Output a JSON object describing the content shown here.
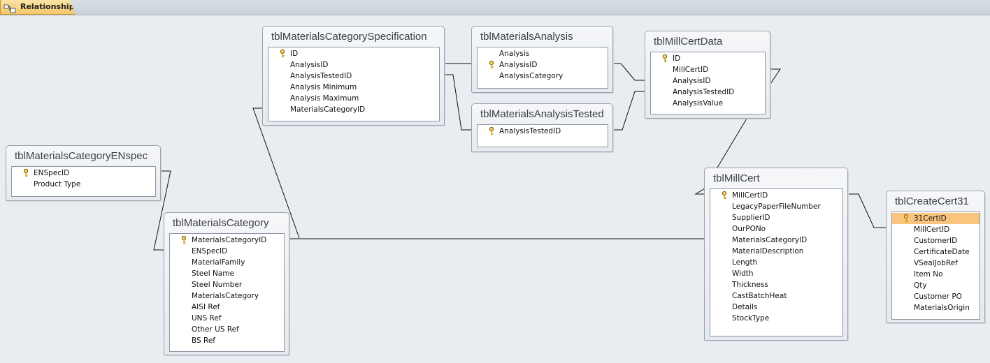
{
  "tab": {
    "label": "Relationships"
  },
  "tables": {
    "spec": {
      "title": "tblMaterialsCategorySpecification",
      "fields": [
        "ID",
        "AnalysisID",
        "AnalysisTestedID",
        "Analysis Minimum",
        "Analysis Maximum",
        "MaterialsCategoryID"
      ]
    },
    "analysis": {
      "title": "tblMaterialsAnalysis",
      "fields": [
        "Analysis",
        "AnalysisID",
        "AnalysisCategory"
      ]
    },
    "tested": {
      "title": "tblMaterialsAnalysisTested",
      "fields": [
        "AnalysisTestedID"
      ]
    },
    "milldata": {
      "title": "tblMillCertData",
      "fields": [
        "ID",
        "MillCertID",
        "AnalysisID",
        "AnalysisTestedID",
        "AnalysisValue"
      ]
    },
    "enspec": {
      "title": "tblMaterialsCategoryENspec",
      "fields": [
        "ENSpecID",
        "Product Type"
      ]
    },
    "category": {
      "title": "tblMaterialsCategory",
      "fields": [
        "MaterialsCategoryID",
        "ENSpecID",
        "MaterialFamily",
        "Steel Name",
        "Steel Number",
        "MaterialsCategory",
        "AISI Ref",
        "UNS Ref",
        "Other US Ref",
        "BS Ref"
      ]
    },
    "millcert": {
      "title": "tblMillCert",
      "fields": [
        "MillCertID",
        "LegacyPaperFileNumber",
        "SupplierID",
        "OurPONo",
        "MaterialsCategoryID",
        "MaterialDescription",
        "Length",
        "Width",
        "Thickness",
        "CastBatchHeat",
        "Details",
        "StockType"
      ]
    },
    "createcert": {
      "title": "tblCreateCert31",
      "fields": [
        "31CertID",
        "MillCertID",
        "CustomerID",
        "CertificateDate",
        "VSealJobRef",
        "Item No",
        "Qty",
        "Customer PO",
        "MaterialsOrigin"
      ]
    }
  },
  "colors": {
    "selected_row": "#f9c57e",
    "line": "#111111",
    "background": "#e9edf1"
  }
}
